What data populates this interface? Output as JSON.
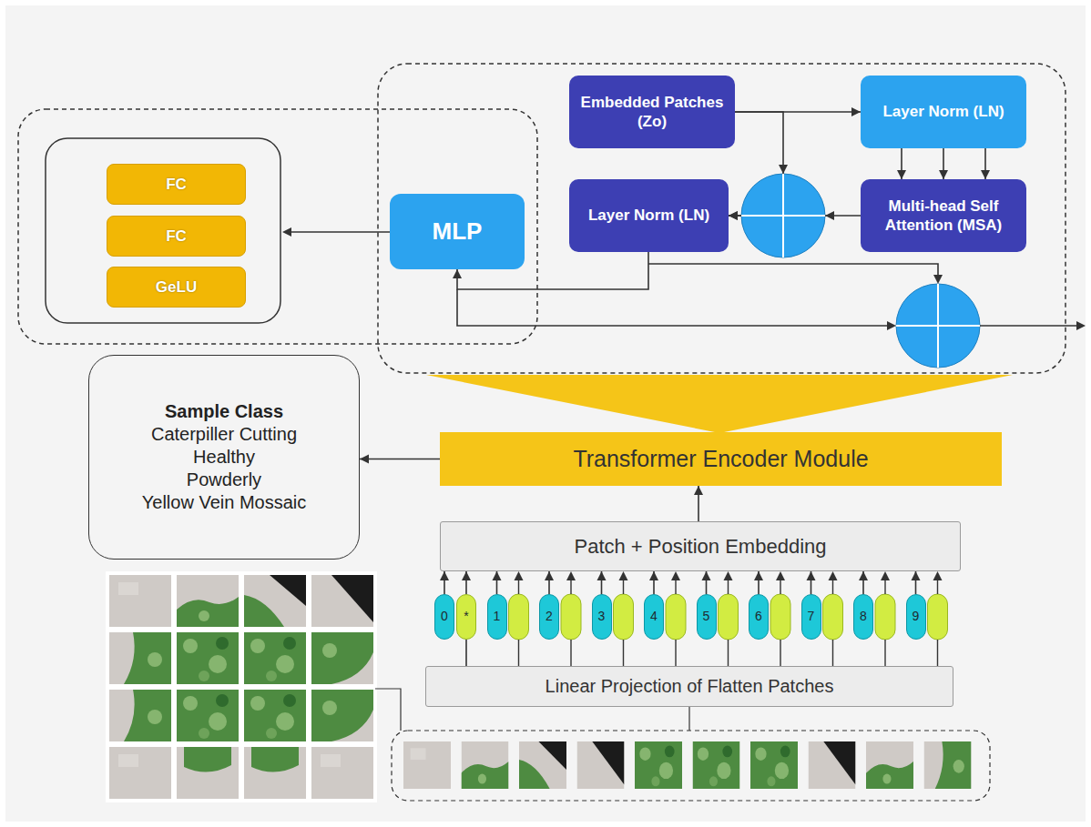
{
  "diagram": {
    "nodes": [
      {
        "text": [
          "FC"
        ]
      },
      {
        "text": [
          "FC"
        ]
      },
      {
        "text": [
          "GeLU"
        ]
      },
      {
        "text": [
          "MLP"
        ]
      },
      {
        "text": [
          "Embedded Patches (Zo)"
        ]
      },
      {
        "text": [
          "Layer Norm (LN)"
        ]
      },
      {
        "text": [
          "Multi-head Self Attention (MSA)"
        ]
      },
      {
        "text": [
          "Layer Norm (LN)"
        ]
      },
      {
        "text": [
          "Transformer Encoder Module"
        ]
      },
      {
        "text": [
          "Sample Class",
          "Caterpiller Cutting",
          "Healthy",
          "Powderly",
          "Yellow Vein Mossaic"
        ]
      },
      {
        "text": [
          "Patch + Position Embedding"
        ]
      },
      {
        "text": [
          "0"
        ]
      },
      {
        "text": [
          "*"
        ]
      },
      {
        "text": [
          "1"
        ]
      },
      {
        "text": [
          "2"
        ]
      },
      {
        "text": [
          "3"
        ]
      },
      {
        "text": [
          "4"
        ]
      },
      {
        "text": [
          "5"
        ]
      },
      {
        "text": [
          "6"
        ]
      },
      {
        "text": [
          "7"
        ]
      },
      {
        "text": [
          "8"
        ]
      },
      {
        "text": [
          "9"
        ]
      },
      {
        "text": [
          "Linear Projection of Flatten Patches"
        ]
      }
    ],
    "edges": [
      {
        "from": 4,
        "to": 5,
        "arrow": "to"
      },
      {
        "from": 5,
        "to": 6,
        "arrow": "to"
      },
      {
        "from": 5,
        "to": 6,
        "arrow": "to"
      },
      {
        "from": 5,
        "to": 6,
        "arrow": "to"
      },
      {
        "from": 4,
        "to": 7,
        "arrow": "to"
      },
      {
        "from": 6,
        "to": 7,
        "arrow": "to"
      },
      {
        "from": 7,
        "to": 3,
        "arrow": "to"
      },
      {
        "from": 8,
        "to": 9,
        "arrow": "to"
      },
      {
        "from": 10,
        "to": 8,
        "arrow": "to"
      },
      {
        "from": 11,
        "to": 10,
        "arrow": "to"
      },
      {
        "from": 12,
        "to": 10,
        "arrow": "to"
      },
      {
        "from": 13,
        "to": 10,
        "arrow": "to"
      },
      {
        "from": 14,
        "to": 10,
        "arrow": "to"
      },
      {
        "from": 15,
        "to": 10,
        "arrow": "to"
      },
      {
        "from": 16,
        "to": 10,
        "arrow": "to"
      },
      {
        "from": 17,
        "to": 10,
        "arrow": "to"
      },
      {
        "from": 18,
        "to": 10,
        "arrow": "to"
      },
      {
        "from": 19,
        "to": 10,
        "arrow": "to"
      },
      {
        "from": 20,
        "to": 10,
        "arrow": "to"
      },
      {
        "from": 21,
        "to": 10,
        "arrow": "to"
      },
      {
        "from": 22,
        "to": 12,
        "arrow": "none"
      }
    ]
  }
}
